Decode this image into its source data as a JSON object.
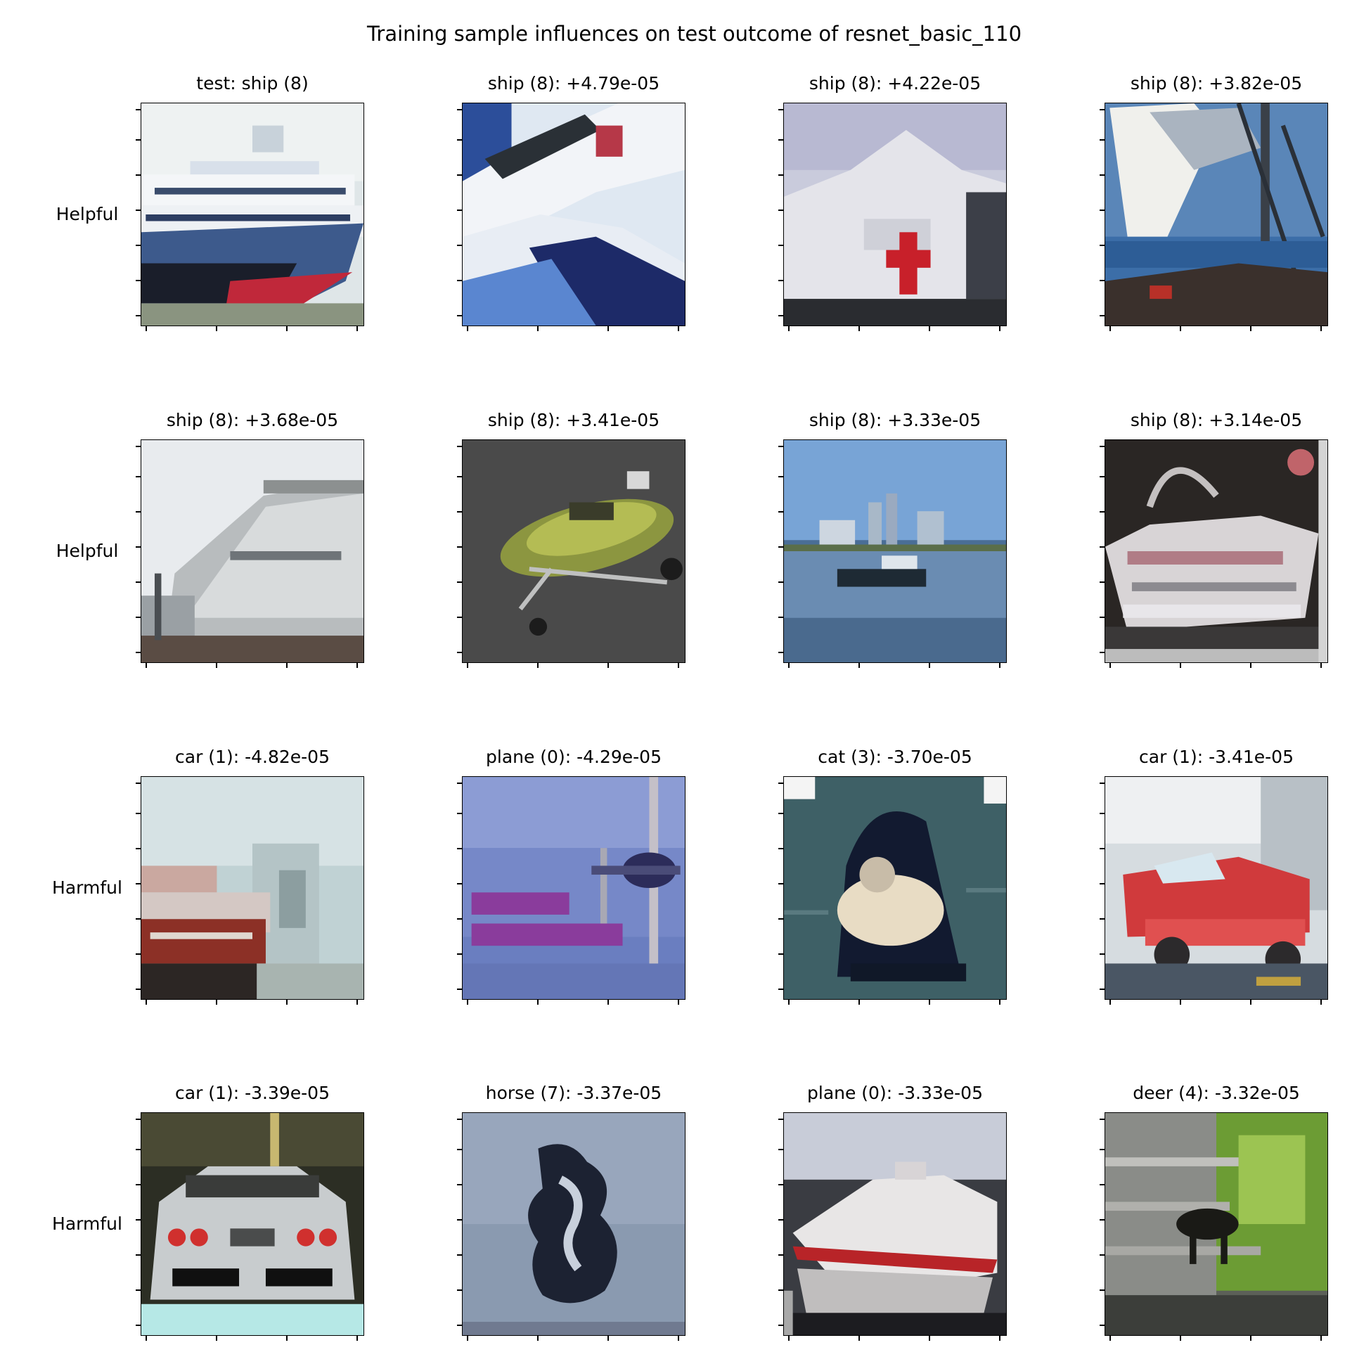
{
  "figure": {
    "title": "Training sample influences on test outcome of resnet_basic_110"
  },
  "rows": [
    {
      "label": "Helpful",
      "panels": [
        {
          "title": "test: ship (8)",
          "scene": "ferry-ship-icon"
        },
        {
          "title": "ship (8): +4.79e-05",
          "scene": "ship-bow-icon"
        },
        {
          "title": "ship (8): +4.22e-05",
          "scene": "hospital-ship-icon"
        },
        {
          "title": "ship (8): +3.82e-05",
          "scene": "sailing-ship-icon"
        }
      ]
    },
    {
      "label": "Helpful",
      "panels": [
        {
          "title": "ship (8): +3.68e-05",
          "scene": "cruise-ship-icon"
        },
        {
          "title": "ship (8): +3.41e-05",
          "scene": "speedboat-icon"
        },
        {
          "title": "ship (8): +3.33e-05",
          "scene": "harbor-boat-icon"
        },
        {
          "title": "ship (8): +3.14e-05",
          "scene": "party-boat-icon"
        }
      ]
    },
    {
      "label": "Harmful",
      "panels": [
        {
          "title": "car (1): -4.82e-05",
          "scene": "fire-truck-icon"
        },
        {
          "title": "plane (0): -4.29e-05",
          "scene": "propeller-plane-icon"
        },
        {
          "title": "cat (3): -3.70e-05",
          "scene": "cat-icon"
        },
        {
          "title": "car (1): -3.41e-05",
          "scene": "red-car-icon"
        }
      ]
    },
    {
      "label": "Harmful",
      "panels": [
        {
          "title": "car (1): -3.39e-05",
          "scene": "sports-car-rear-icon"
        },
        {
          "title": "horse (7): -3.37e-05",
          "scene": "horse-icon"
        },
        {
          "title": "plane (0): -3.33e-05",
          "scene": "motorboat-icon"
        },
        {
          "title": "deer (4): -3.32e-05",
          "scene": "deer-icon"
        }
      ]
    }
  ]
}
